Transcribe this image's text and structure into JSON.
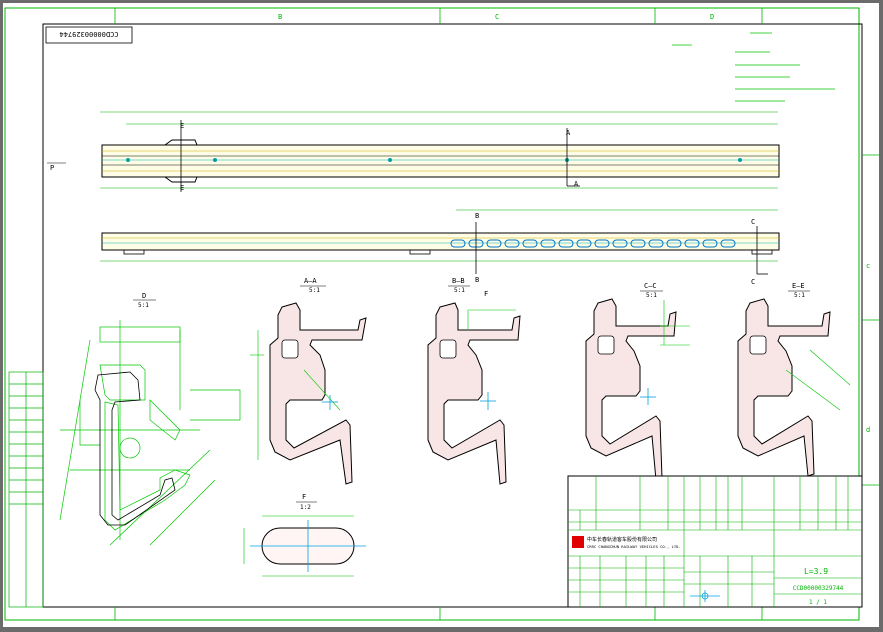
{
  "drawing": {
    "code_box": "CCD00000329744",
    "view_d_label": "D",
    "view_d_scale": "5:1",
    "section_aa": "A—A",
    "section_aa_scale": "5:1",
    "section_bb": "B—B",
    "section_bb_scale": "5:1",
    "section_cc": "C—C",
    "section_cc_scale": "5:1",
    "section_ee": "E—E",
    "section_ee_scale": "5:1",
    "view_f_label": "F",
    "view_f_scale": "1:2",
    "label_a": "A",
    "label_b": "B",
    "label_c": "C",
    "label_e": "E",
    "label_f": "F",
    "label_p": "P",
    "col_markers": [
      "B",
      "C",
      "D"
    ],
    "row_markers": [
      "c",
      "d"
    ]
  },
  "title_block": {
    "company_cn": "中车长春轨道客车股份有限公司",
    "company_en": "CRRC CHANGCHUN RAILWAY VEHICLES CO., LTD.",
    "length_value": "L=3.9",
    "drawing_no": "CCD00000329744",
    "sheet": "1 / 1"
  }
}
